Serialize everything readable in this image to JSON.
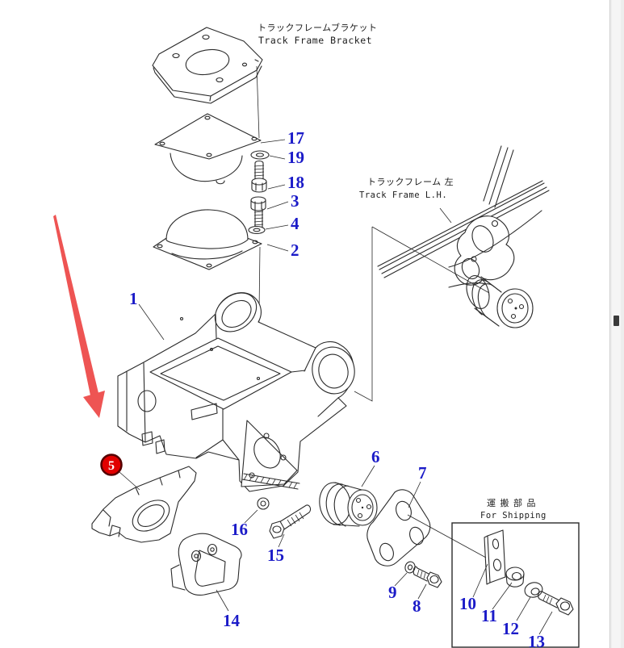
{
  "header": {
    "title_jp": "トラックフレームブラケット",
    "title_en": "Track Frame Bracket"
  },
  "annotations": {
    "track_frame": {
      "jp": "トラックフレーム 左",
      "en": "Track Frame L.H."
    },
    "shipping": {
      "jp": "運 搬 部 品",
      "en": "For Shipping"
    }
  },
  "callouts": [
    {
      "label": "1"
    },
    {
      "label": "2"
    },
    {
      "label": "3"
    },
    {
      "label": "4"
    },
    {
      "label": "5"
    },
    {
      "label": "6"
    },
    {
      "label": "7"
    },
    {
      "label": "8"
    },
    {
      "label": "9"
    },
    {
      "label": "10"
    },
    {
      "label": "11"
    },
    {
      "label": "12"
    },
    {
      "label": "13"
    },
    {
      "label": "14"
    },
    {
      "label": "15"
    },
    {
      "label": "16"
    },
    {
      "label": "17"
    },
    {
      "label": "18"
    },
    {
      "label": "19"
    }
  ],
  "colors": {
    "callout_blue": "#1b1bc8",
    "badge_red": "#e10000",
    "badge_ring": "#550000",
    "arrow_red": "#ee5453",
    "line": "#2a2a2a"
  }
}
